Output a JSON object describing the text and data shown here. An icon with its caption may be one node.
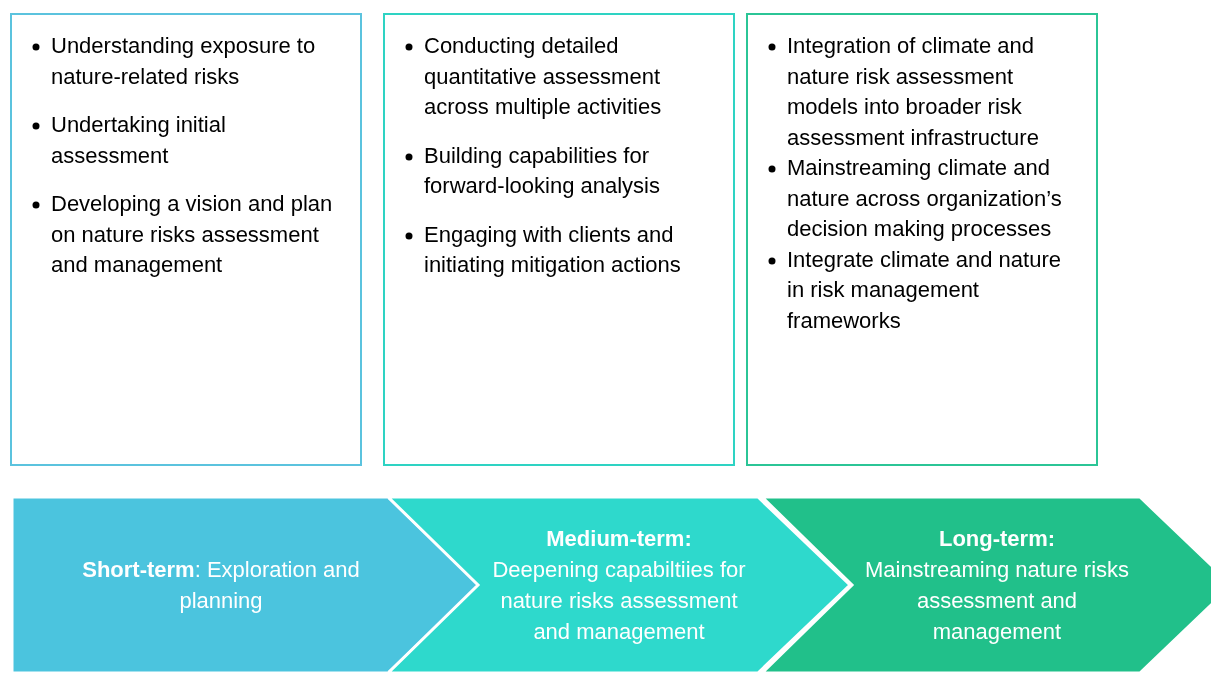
{
  "diagram": {
    "nodes": [
      {
        "text": [
          "Understanding exposure to nature-related risks",
          "Undertaking initial assessment",
          "Developing a vision and plan on nature risks assessment and management"
        ]
      },
      {
        "text": [
          "Conducting detailed quantitative assessment across multiple activities",
          "Building capabilities for forward-looking analysis",
          "Engaging with clients and initiating mitigation actions"
        ]
      },
      {
        "text": [
          "Integration of climate and nature risk assessment models into broader risk assessment infrastructure",
          "Mainstreaming climate and nature across organization’s decision making processes",
          "Integrate climate and nature in risk management frameworks"
        ]
      },
      {
        "text": [
          "**Short-term**: Exploration and planning"
        ]
      },
      {
        "text": [
          "Medium-term:",
          "Deepening capabiltiies for nature risks assessment and management"
        ]
      },
      {
        "text": [
          "Long-term:",
          "Mainstreaming nature risks assessment and management"
        ]
      }
    ]
  }
}
